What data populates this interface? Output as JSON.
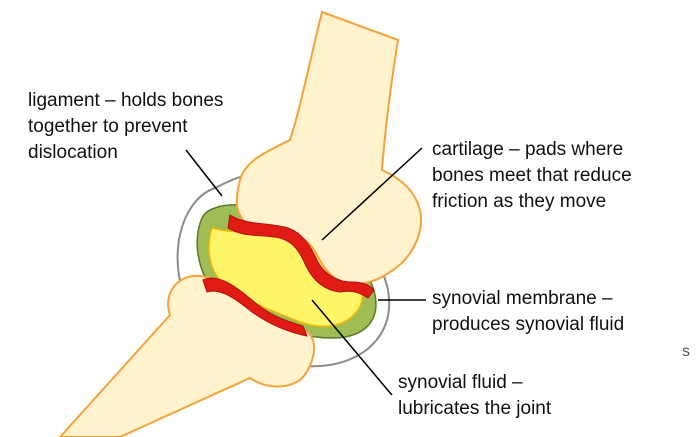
{
  "labels": {
    "ligament": {
      "lines": [
        "ligament – holds bones",
        "together to prevent",
        "dislocation"
      ]
    },
    "cartilage": {
      "lines": [
        "cartilage – pads where",
        "bones meet that reduce",
        "friction as they move"
      ]
    },
    "synovial_membrane": {
      "lines": [
        "synovial membrane –",
        "produces synovial fluid"
      ]
    },
    "synovial_fluid": {
      "lines": [
        "synovial fluid –",
        "lubricates the joint"
      ]
    }
  },
  "edge_fragment": "s",
  "colors": {
    "bone_fill": "#FFF2CC",
    "bone_outline": "#F4A23A",
    "cartilage": "#E01B14",
    "cartilage_edge": "#B01010",
    "synovial_fluid": "#FFF566",
    "synovial_fluid_edge": "#F2B400",
    "synovial_membrane": "#9EBD55",
    "synovial_membrane_edge": "#5A7A2A",
    "ligament_capsule": "#8C8C8C",
    "leader_line": "#000000"
  }
}
